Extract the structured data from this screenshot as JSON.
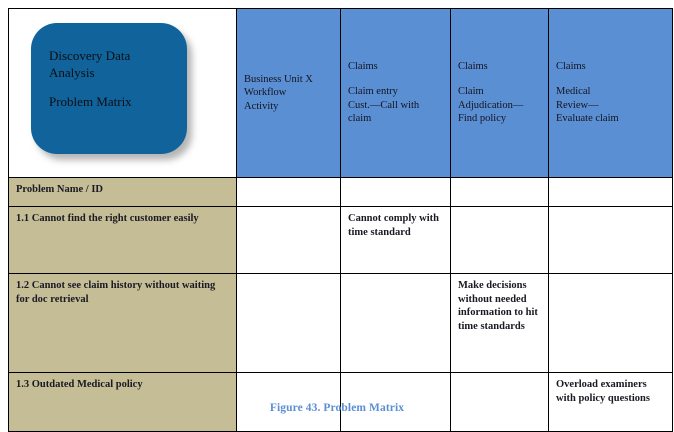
{
  "title_box": {
    "line1": "Discovery Data",
    "line2": "Analysis",
    "line3": "Problem Matrix"
  },
  "table": {
    "headers": [
      {
        "group": "",
        "detail_line1": "Business Unit X",
        "detail_line2": "Workflow",
        "detail_line3": "Activity"
      },
      {
        "group": "Claims",
        "detail_line1": "Claim entry",
        "detail_line2": "Cust.—Call with",
        "detail_line3": "claim"
      },
      {
        "group": "Claims",
        "detail_line1": "Claim",
        "detail_line2": "Adjudication—",
        "detail_line3": "Find policy"
      },
      {
        "group": "Claims",
        "detail_line1": "Medical",
        "detail_line2": "Review—",
        "detail_line3": "Evaluate claim"
      }
    ],
    "subheader_label": "Problem Name / ID",
    "rows": [
      {
        "label": "1.1 Cannot find the right customer easily",
        "cells": [
          "",
          "Cannot comply with time standard",
          "",
          ""
        ]
      },
      {
        "label": "1.2 Cannot see claim history without waiting for doc retrieval",
        "cells": [
          "",
          "",
          "Make decisions without needed information to hit time standards",
          ""
        ]
      },
      {
        "label": "1.3 Outdated Medical policy",
        "cells": [
          "",
          "",
          "",
          "Overload examiners with policy questions"
        ]
      }
    ]
  },
  "caption": "Figure 43. Problem Matrix",
  "colors": {
    "header_blue": "#5B8FD4",
    "title_box_blue": "#10649B",
    "row_label_tan": "#C5BD96",
    "caption_blue": "#5B8FD4",
    "border_black": "#000000"
  }
}
